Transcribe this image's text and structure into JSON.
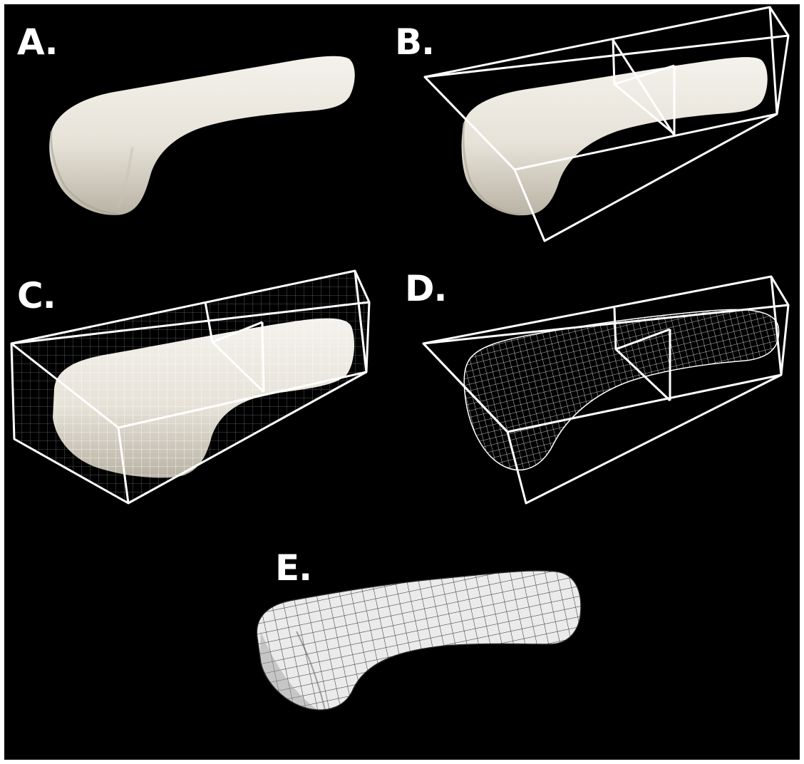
{
  "figure": {
    "panels": [
      {
        "id": "A",
        "label": "A."
      },
      {
        "id": "B",
        "label": "B."
      },
      {
        "id": "C",
        "label": "C."
      },
      {
        "id": "D",
        "label": "D."
      },
      {
        "id": "E",
        "label": "E."
      }
    ]
  },
  "colors": {
    "background": "#000000",
    "bone_surface": "#e8e5dc",
    "bone_shade": "#c9c4b6",
    "wireframe": "#ffffff",
    "mesh_lines": "#3a3a3a"
  }
}
